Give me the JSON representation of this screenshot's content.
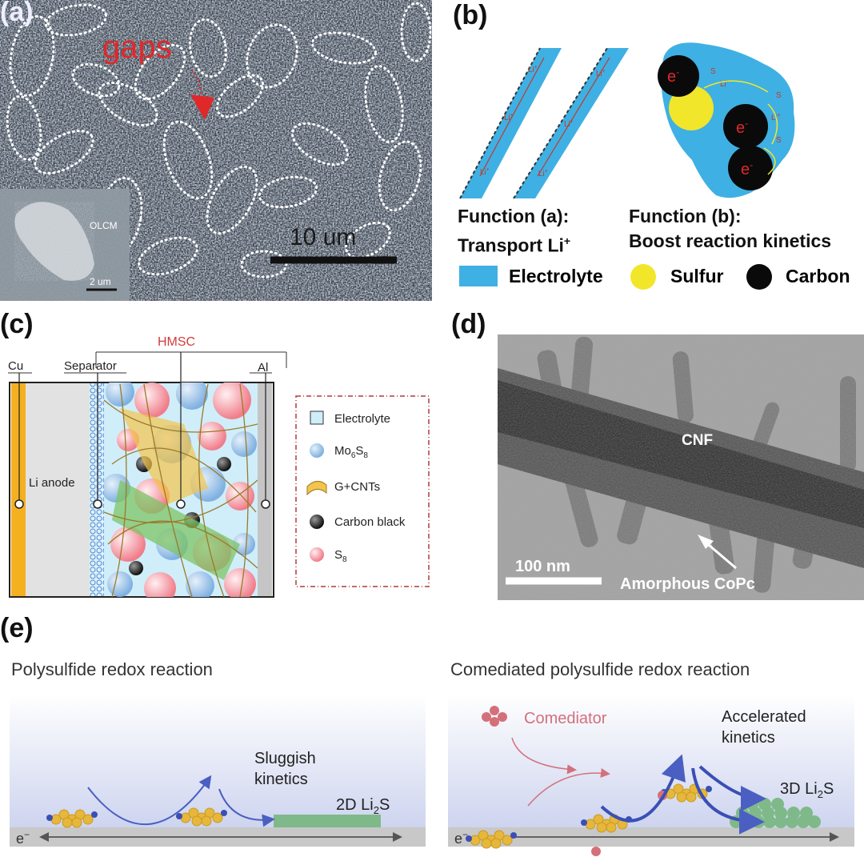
{
  "panel_a": {
    "label": "(a)",
    "arrow_text": "gaps",
    "scale_bar": "10 um",
    "inset_title": "OLCM",
    "inset_scale": "2 um"
  },
  "panel_b": {
    "label": "(b)",
    "li_ion": "Li",
    "li_sup": "+",
    "electron": "e",
    "electron_sup": "-",
    "polysulfide": "S",
    "func_a_line1": "Function (a):",
    "func_a_line2": "Transport Li",
    "func_a_sup": "+",
    "func_b_line1": "Function (b):",
    "func_b_line2": "Boost reaction kinetics",
    "legend": {
      "electrolyte": "Electrolyte",
      "sulfur": "Sulfur",
      "carbon": "Carbon"
    },
    "colors": {
      "electrolyte": "#3fb0e3",
      "sulfur": "#f2e62a",
      "carbon": "#0a0a0a"
    }
  },
  "panel_c": {
    "label": "(c)",
    "hmsc": "HMSC",
    "cu": "Cu",
    "separator": "Separator",
    "al": "Al",
    "li_anode": "Li anode",
    "legend": {
      "electrolyte": "Electrolyte",
      "mo_base": "Mo",
      "mo_sub1": "6",
      "mo_mid": "S",
      "mo_sub2": "8",
      "gcnt": "G+CNTs",
      "carbon_black": "Carbon black",
      "s_base": "S",
      "s_sub": "8"
    }
  },
  "panel_d": {
    "label": "(d)",
    "cnf": "CNF",
    "scale": "100 nm",
    "annotation": "Amorphous CoPc"
  },
  "panel_e": {
    "label": "(e)",
    "left_title": "Polysulfide redox reaction",
    "right_title": "Comediated polysulfide redox reaction",
    "sluggish_1": "Sluggish",
    "sluggish_2": "kinetics",
    "li2s_2d": "2D Li",
    "li2s_2d_sub": "2",
    "li2s_2d_end": "S",
    "comediator": "Comediator",
    "accel_1": "Accelerated",
    "accel_2": "kinetics",
    "li2s_3d": "3D Li",
    "li2s_3d_sub": "2",
    "li2s_3d_end": "S",
    "electron": "e",
    "electron_sup": "−"
  }
}
